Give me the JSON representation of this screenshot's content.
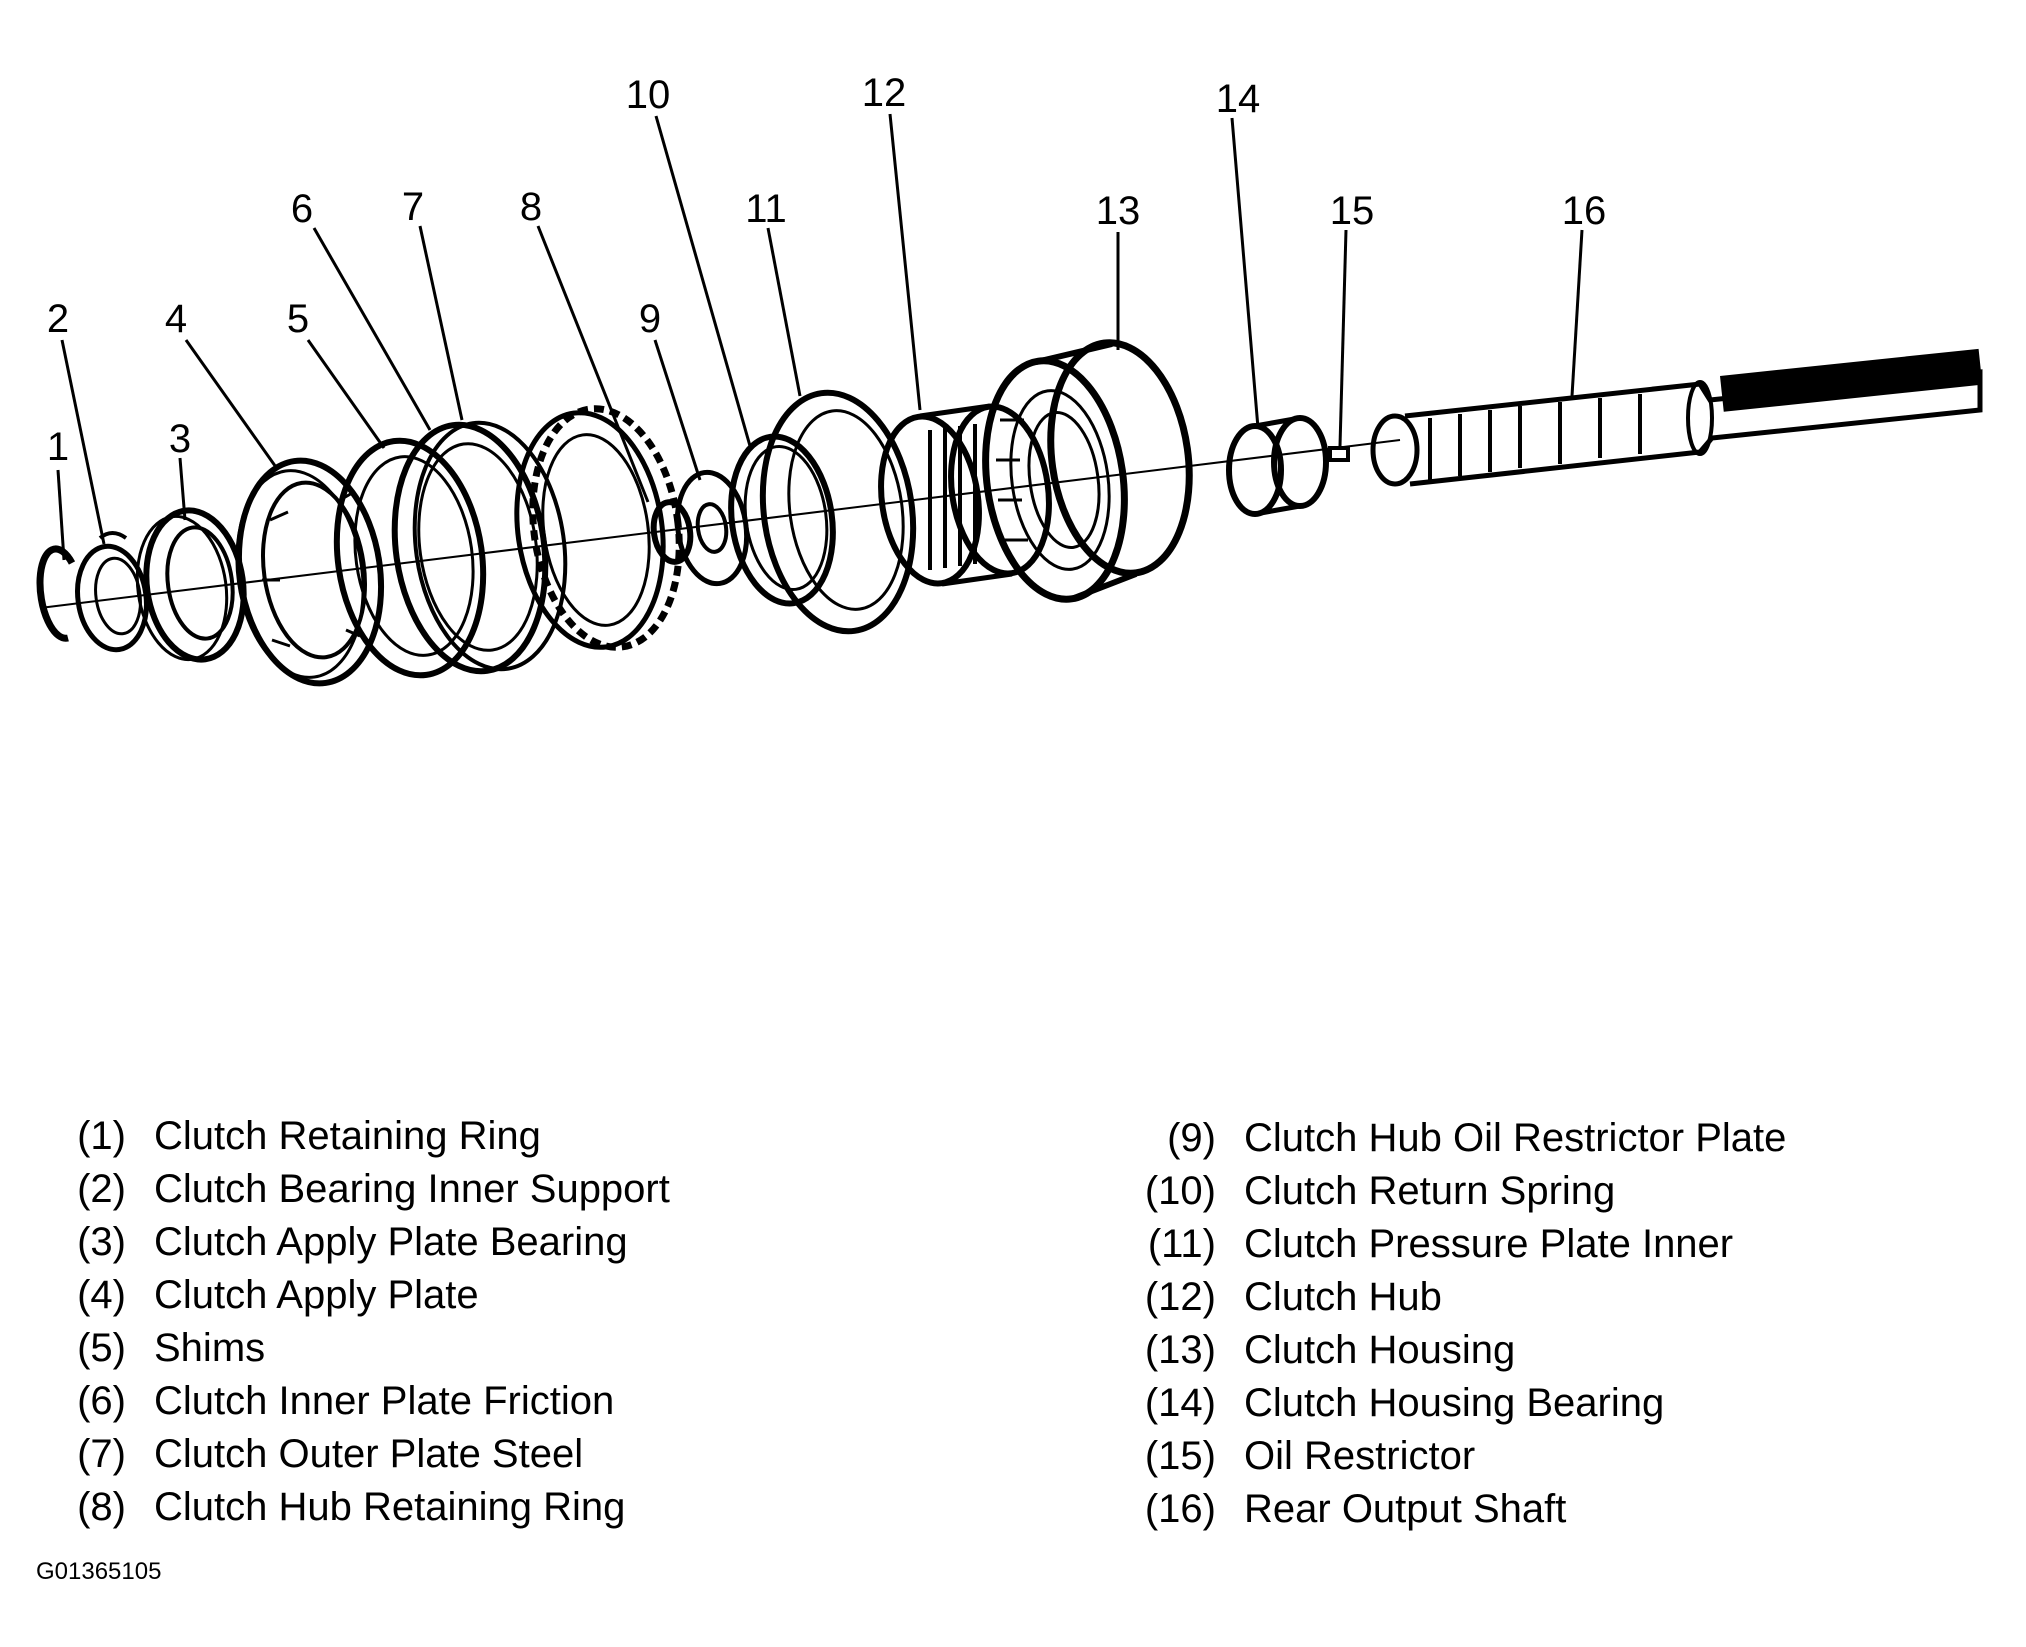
{
  "callouts": [
    "1",
    "2",
    "3",
    "4",
    "5",
    "6",
    "7",
    "8",
    "9",
    "10",
    "11",
    "12",
    "13",
    "14",
    "15",
    "16"
  ],
  "legend": {
    "left": [
      {
        "num": "(1)",
        "label": "Clutch Retaining Ring"
      },
      {
        "num": "(2)",
        "label": "Clutch Bearing Inner Support"
      },
      {
        "num": "(3)",
        "label": "Clutch Apply Plate Bearing"
      },
      {
        "num": "(4)",
        "label": "Clutch Apply Plate"
      },
      {
        "num": "(5)",
        "label": "Shims"
      },
      {
        "num": "(6)",
        "label": "Clutch Inner Plate Friction"
      },
      {
        "num": "(7)",
        "label": "Clutch Outer Plate Steel"
      },
      {
        "num": "(8)",
        "label": "Clutch Hub Retaining Ring"
      }
    ],
    "right": [
      {
        "num": "(9)",
        "label": "Clutch Hub Oil Restrictor Plate"
      },
      {
        "num": "(10)",
        "label": "Clutch Return Spring"
      },
      {
        "num": "(11)",
        "label": "Clutch Pressure Plate Inner"
      },
      {
        "num": "(12)",
        "label": "Clutch Hub"
      },
      {
        "num": "(13)",
        "label": "Clutch Housing"
      },
      {
        "num": "(14)",
        "label": "Clutch Housing Bearing"
      },
      {
        "num": "(15)",
        "label": "Oil Restrictor"
      },
      {
        "num": "(16)",
        "label": "Rear Output Shaft"
      }
    ]
  },
  "figure_code": "G01365105"
}
